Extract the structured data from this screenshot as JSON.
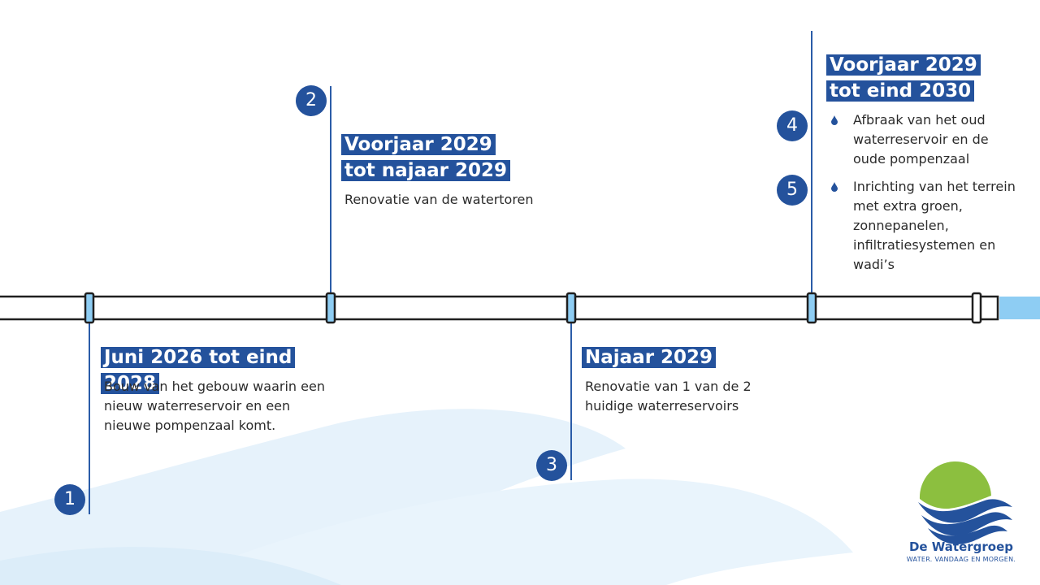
{
  "colors": {
    "accent": "#24529c",
    "water_light": "#e3f1fb",
    "pipe_blue": "#8ecdf3",
    "logo_green": "#8cbf3f"
  },
  "milestones": [
    {
      "number": "1",
      "heading": "Juni 2026 tot eind 2028",
      "description": "Bouw van het gebouw waarin een nieuw waterreservoir en een nieuwe pompenzaal komt."
    },
    {
      "number": "2",
      "heading": "Voorjaar 2029 tot najaar 2029",
      "description": "Renovatie van de watertoren"
    },
    {
      "number": "3",
      "heading": "Najaar 2029",
      "description": "Renovatie van 1 van de 2 huidige waterreservoirs"
    },
    {
      "number": "4",
      "heading": "Voorjaar 2029 tot eind 2030",
      "description": "Afbraak van het oud waterreservoir en de oude pompenzaal"
    },
    {
      "number": "5",
      "description": "Inrichting van het terrein met extra groen, zonnepanelen, infiltratiesystemen en wadi’s"
    }
  ],
  "logo": {
    "name": "De Watergroep",
    "tagline": "WATER. VANDAAG EN MORGEN."
  }
}
